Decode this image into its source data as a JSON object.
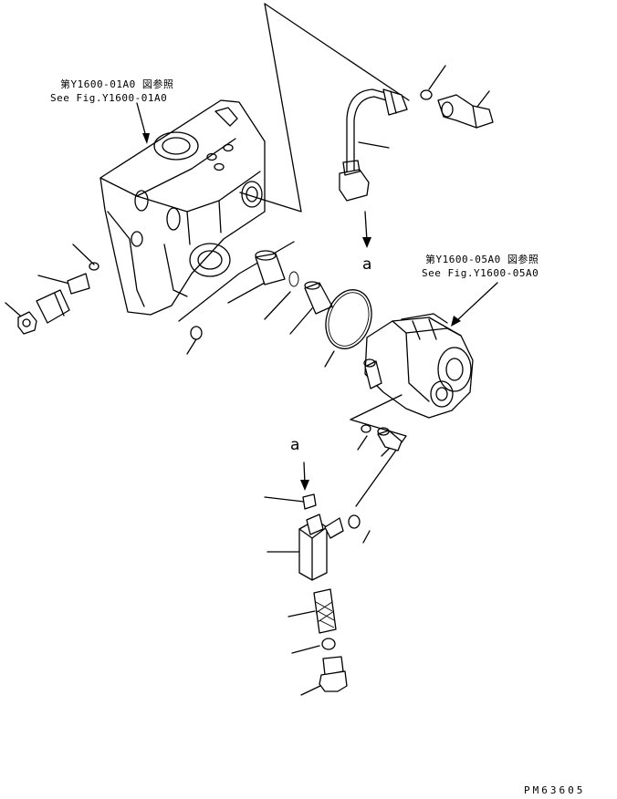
{
  "references": {
    "housing_ref_jp": "第Y1600-01A0 図参照",
    "housing_ref_en": "See Fig.Y1600-01A0",
    "pump_ref_jp": "第Y1600-05A0 図参照",
    "pump_ref_en": "See Fig.Y1600-05A0"
  },
  "callouts": {
    "upper_a": "a",
    "lower_a": "a"
  },
  "drawing_code": "PM63605"
}
